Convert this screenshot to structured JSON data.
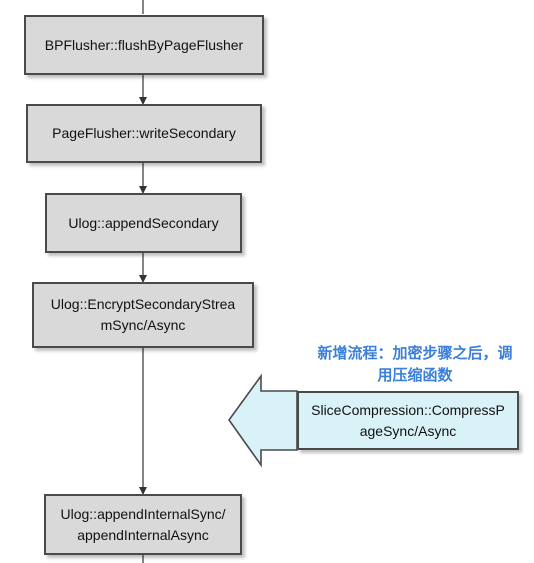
{
  "diagram": {
    "nodes": [
      {
        "id": "n1",
        "lines": [
          "BPFlusher::flushByPageFlusher"
        ]
      },
      {
        "id": "n2",
        "lines": [
          "PageFlusher::writeSecondary"
        ]
      },
      {
        "id": "n3",
        "lines": [
          "Ulog::appendSecondary"
        ]
      },
      {
        "id": "n4",
        "lines": [
          "Ulog::EncryptSecondaryStrea",
          "mSync/Async"
        ]
      },
      {
        "id": "n5",
        "lines": [
          "Ulog::appendInternalSync/",
          "appendInternalAsync"
        ]
      },
      {
        "id": "n6",
        "lines": [
          "SliceCompression::CompressP",
          "ageSync/Async"
        ]
      }
    ],
    "edges": [
      {
        "from": "n1",
        "to": "n2"
      },
      {
        "from": "n2",
        "to": "n3"
      },
      {
        "from": "n3",
        "to": "n4"
      },
      {
        "from": "n4",
        "to": "n5"
      },
      {
        "from": "n6",
        "to": "n4",
        "style": "block-arrow"
      }
    ],
    "annotation": {
      "lines": [
        "新增流程：加密步骤之后，调",
        "用压缩函数"
      ]
    },
    "colors": {
      "node_fill": "#d9d9d9",
      "node_border": "#4a4a4a",
      "highlight_fill": "#d9f2f7",
      "block_arrow_fill": "#d9f2f7",
      "annotation_text": "#3a7fd9",
      "connector": "#333333"
    }
  }
}
